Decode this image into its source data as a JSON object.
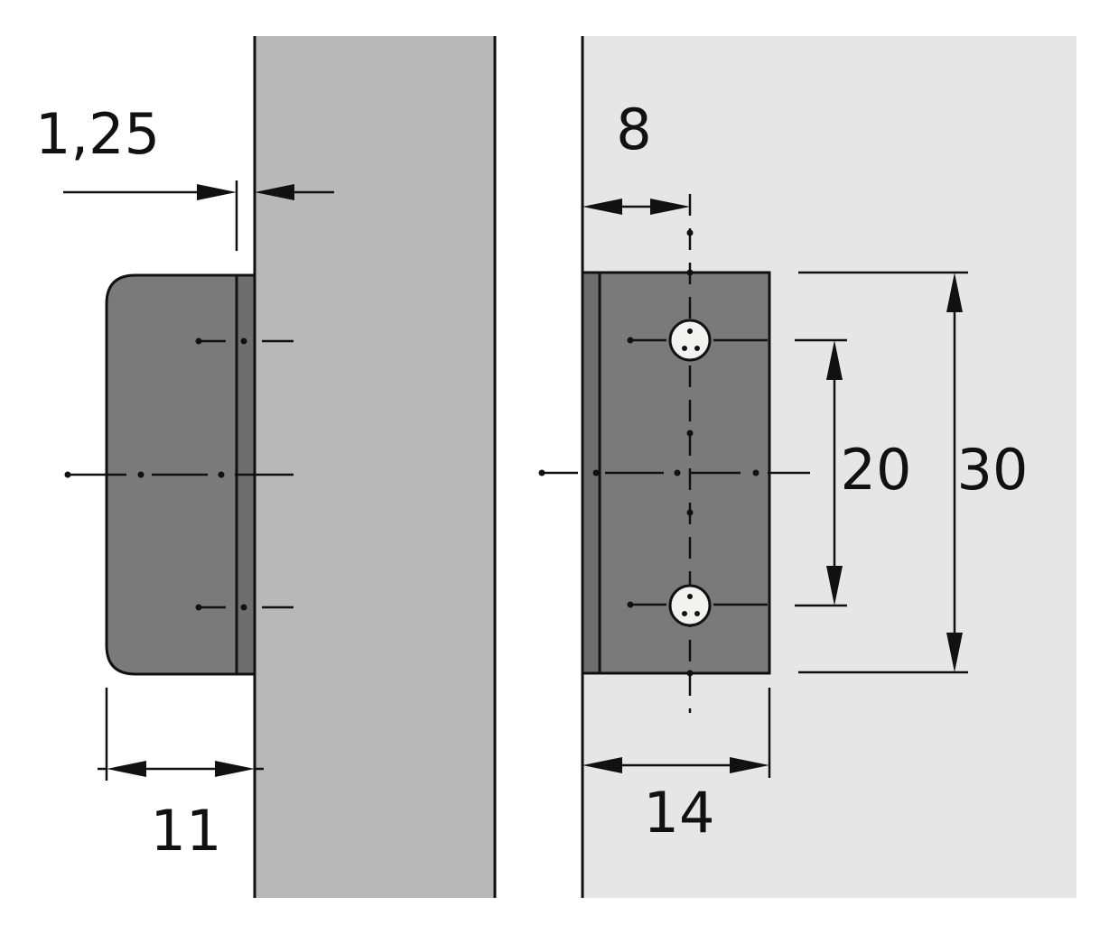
{
  "dimensions": {
    "edge_offset": "1,25",
    "side_depth": "11",
    "hole_offset": "8",
    "plate_width": "14",
    "hole_spacing": "20",
    "plate_height": "30"
  },
  "colors": {
    "background": "#ffffff",
    "side_panel": "#b8b8b8",
    "front_panel": "#e6e6e6",
    "plate": "#7a7a7a",
    "plate_edge": "#6e6e6e",
    "hole": "#f2f2ee",
    "ink": "#111111"
  }
}
